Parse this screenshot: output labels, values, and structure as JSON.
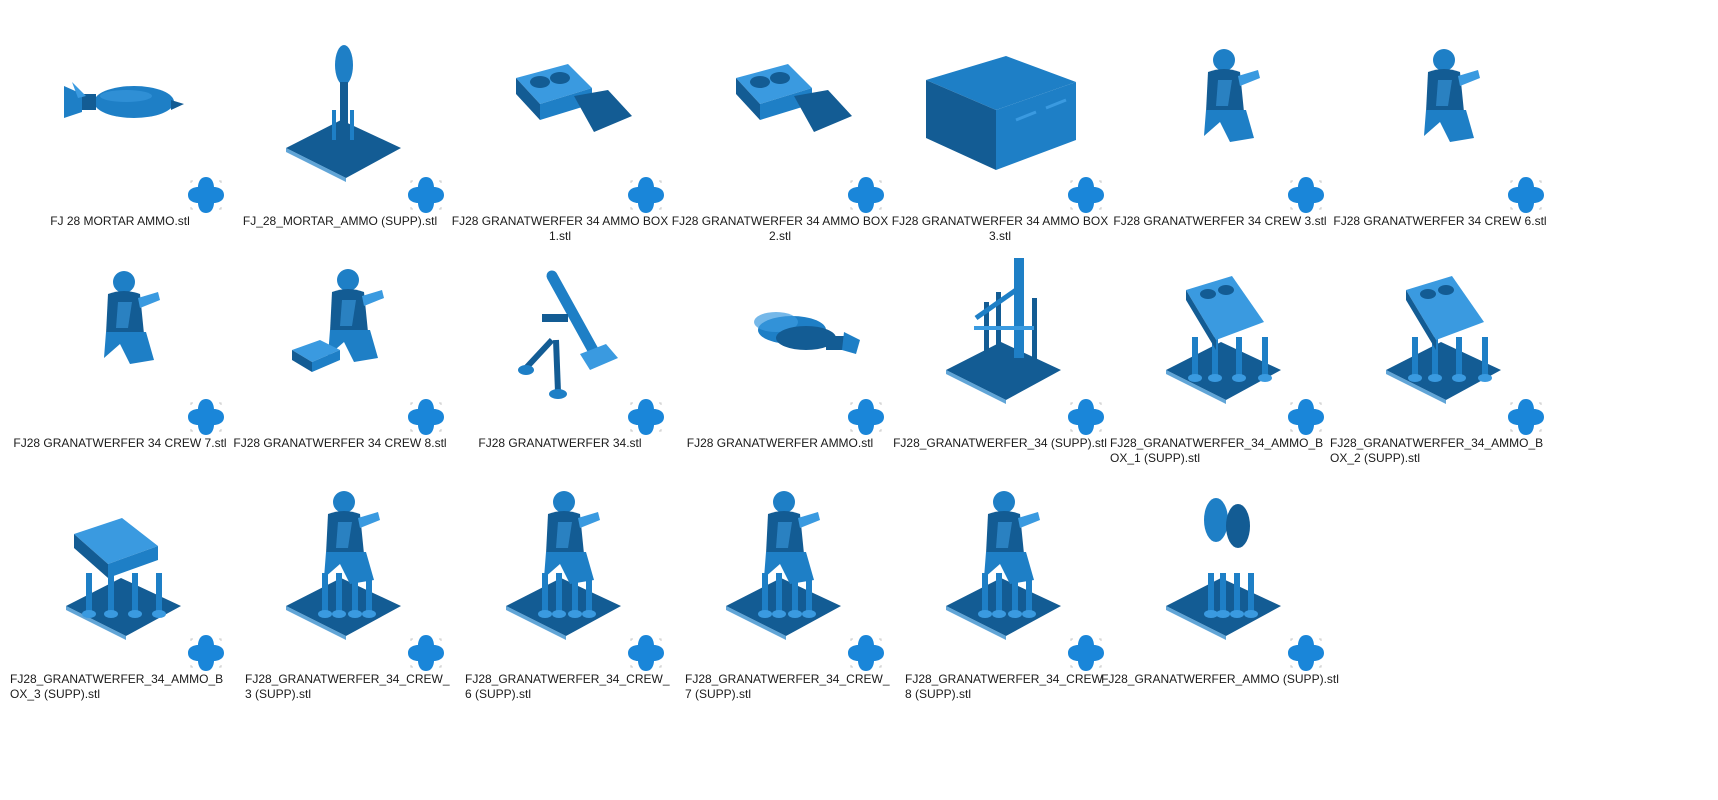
{
  "files": [
    {
      "name": "FJ 28 MORTAR AMMO.stl",
      "model": "bomb"
    },
    {
      "name": "FJ_28_MORTAR_AMMO (SUPP).stl",
      "model": "bomb-supp"
    },
    {
      "name": "FJ28 GRANATWERFER 34 AMMO BOX 1.stl",
      "model": "box-open"
    },
    {
      "name": "FJ28 GRANATWERFER 34 AMMO BOX 2.stl",
      "model": "box-open"
    },
    {
      "name": "FJ28 GRANATWERFER 34 AMMO BOX 3.stl",
      "model": "box-closed"
    },
    {
      "name": "FJ28 GRANATWERFER 34 CREW 3.stl",
      "model": "crew"
    },
    {
      "name": "FJ28 GRANATWERFER 34 CREW 6.stl",
      "model": "crew"
    },
    {
      "name": "FJ28 GRANATWERFER 34 CREW 7.stl",
      "model": "crew"
    },
    {
      "name": "FJ28 GRANATWERFER 34 CREW 8.stl",
      "model": "crew-box"
    },
    {
      "name": "FJ28 GRANATWERFER 34.stl",
      "model": "mortar"
    },
    {
      "name": "FJ28 GRANATWERFER AMMO.stl",
      "model": "ammo-pair"
    },
    {
      "name": "FJ28_GRANATWERFER_34 (SUPP).stl",
      "model": "mortar-supp"
    },
    {
      "name": "FJ28_GRANATWERFER_34_AMMO_BOX_1 (SUPP).stl",
      "model": "box-supp"
    },
    {
      "name": "FJ28_GRANATWERFER_34_AMMO_BOX_2 (SUPP).stl",
      "model": "box-supp"
    },
    {
      "name": "FJ28_GRANATWERFER_34_AMMO_BOX_3 (SUPP).stl",
      "model": "box-closed-supp"
    },
    {
      "name": "FJ28_GRANATWERFER_34_CREW_3 (SUPP).stl",
      "model": "crew-supp"
    },
    {
      "name": "FJ28_GRANATWERFER_34_CREW_6 (SUPP).stl",
      "model": "crew-supp"
    },
    {
      "name": "FJ28_GRANATWERFER_34_CREW_7 (SUPP).stl",
      "model": "crew-supp"
    },
    {
      "name": "FJ28_GRANATWERFER_34_CREW_8 (SUPP).stl",
      "model": "crew-supp"
    },
    {
      "name": "FJ28_GRANATWERFER_AMMO (SUPP).stl",
      "model": "ammo-supp"
    }
  ],
  "colors": {
    "model": "#1e7fc6",
    "model_dark": "#135c94",
    "model_light": "#3a9ae0",
    "app_icon": "#1a86d9"
  },
  "icons": {
    "file_type": "3d-viewer-clover-icon"
  }
}
